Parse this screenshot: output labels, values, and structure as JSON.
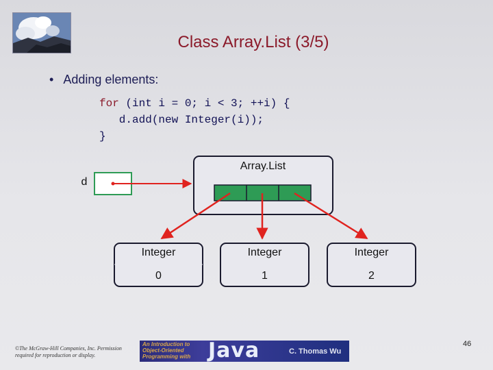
{
  "slide": {
    "title": "Class Array.List (3/5)",
    "bullet_marker": "•",
    "bullet": "Adding elements:",
    "page_number": "46"
  },
  "code": {
    "line1_keyword": "for",
    "line1_rest": " (int i = 0; i < 3; ++i) {",
    "line2": "   d.add(new Integer(i));",
    "line3": "}"
  },
  "diagram": {
    "variable_label": "d",
    "container_label": "Array.List",
    "slot_count": 3,
    "objects": [
      {
        "class_label": "Integer",
        "value": "0"
      },
      {
        "class_label": "Integer",
        "value": "1"
      },
      {
        "class_label": "Integer",
        "value": "2"
      }
    ],
    "colors": {
      "slot_fill": "#2e9b55",
      "arrow": "#e0231f",
      "box_stroke": "#1a1a2e",
      "box_fill": "#e8e8ee"
    }
  },
  "footer": {
    "copyright": "©The McGraw-Hill Companies, Inc. Permission required for reproduction or display.",
    "banner_line1": "An Introduction to",
    "banner_line2": "Object-Oriented",
    "banner_line3": "Programming with",
    "banner_java": "Java",
    "banner_author": "C. Thomas Wu"
  }
}
